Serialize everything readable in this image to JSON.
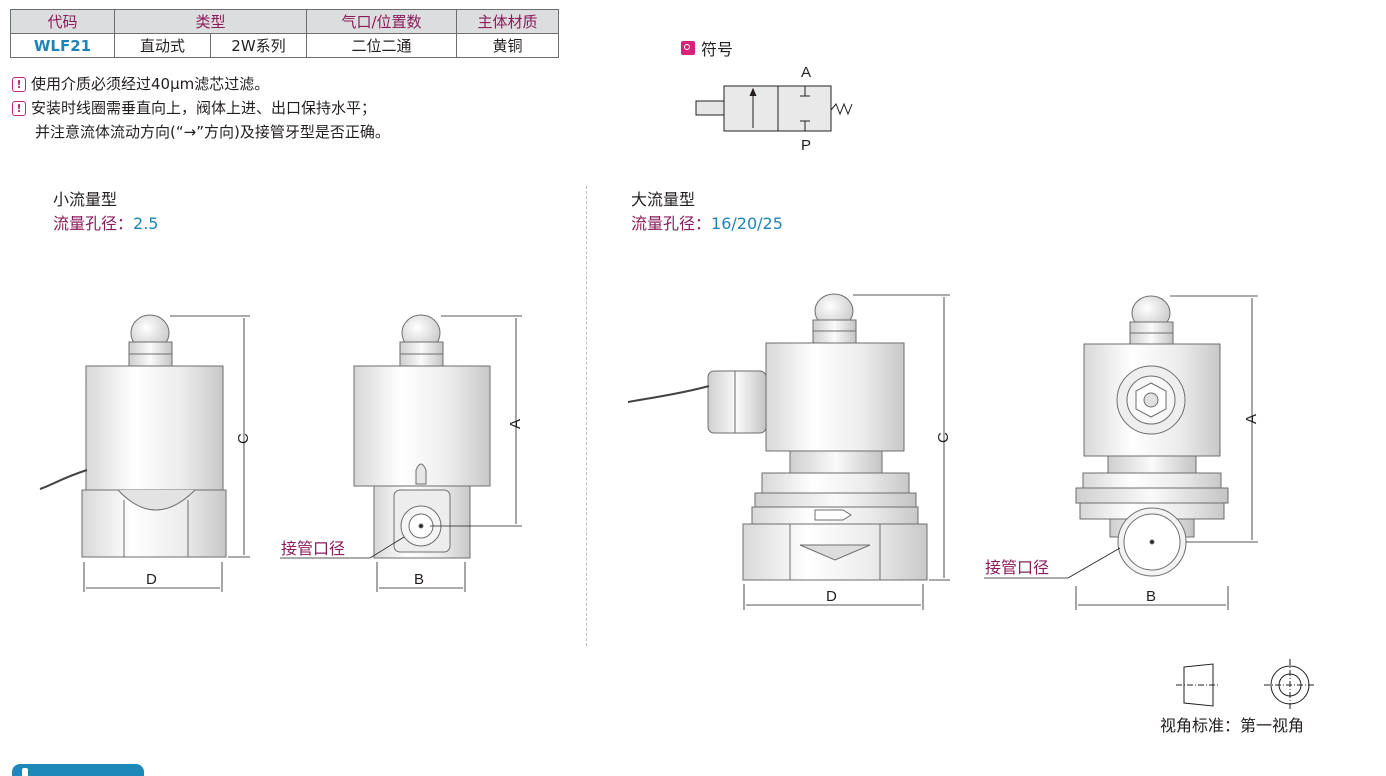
{
  "spec_table": {
    "headers": [
      "代码",
      "类型",
      "气口/位置数",
      "主体材质"
    ],
    "row": [
      "WLF21",
      "直动式",
      "2W系列",
      "二位二通",
      "黄铜"
    ]
  },
  "notes": [
    "使用介质必须经过40μm滤芯过滤。",
    "安装时线圈需垂直向上，阀体上进、出口保持水平；",
    "并注意流体流动方向(“→”方向)及接管牙型是否正确。"
  ],
  "symbol": {
    "title": "符号",
    "port_a": "A",
    "port_p": "P"
  },
  "small": {
    "title": "小流量型",
    "orifice_label": "流量孔径：",
    "orifice_value": "2.5"
  },
  "large": {
    "title": "大流量型",
    "orifice_label": "流量孔径：",
    "orifice_value": "16/20/25"
  },
  "dims": {
    "a": "A",
    "b": "B",
    "c": "C",
    "d": "D"
  },
  "pipe_label": "接管口径",
  "view_standard": "视角标准：第一视角",
  "colors": {
    "accent": "#1e84b7",
    "label": "#8a1c5b",
    "warn": "#c0287a"
  }
}
